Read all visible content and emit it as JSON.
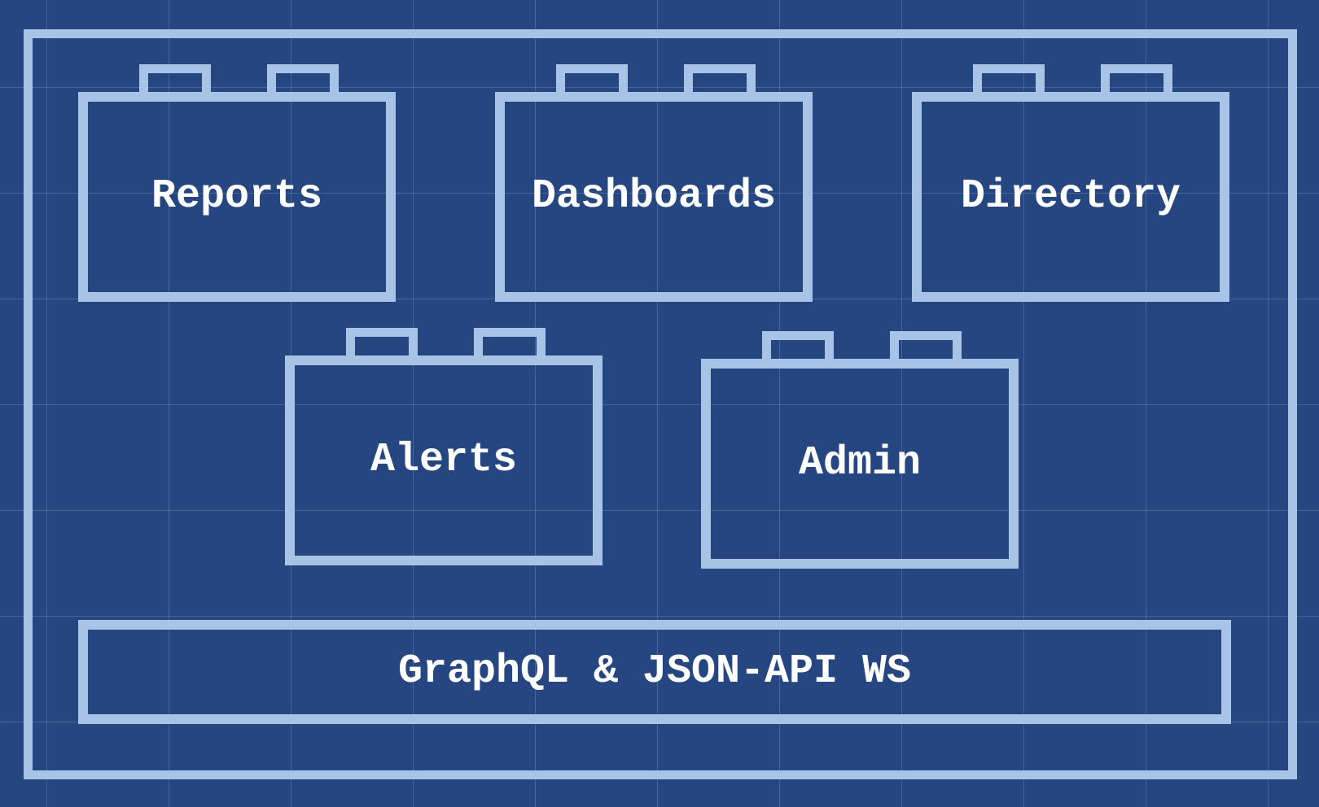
{
  "diagram": {
    "modules": [
      {
        "label": "Reports"
      },
      {
        "label": "Dashboards"
      },
      {
        "label": "Directory"
      },
      {
        "label": "Alerts"
      },
      {
        "label": "Admin"
      }
    ],
    "bus": {
      "label": "GraphQL & JSON-API WS"
    }
  },
  "colors": {
    "background": "#264682",
    "outline": "#a7c3e6",
    "text": "#ffffff"
  }
}
